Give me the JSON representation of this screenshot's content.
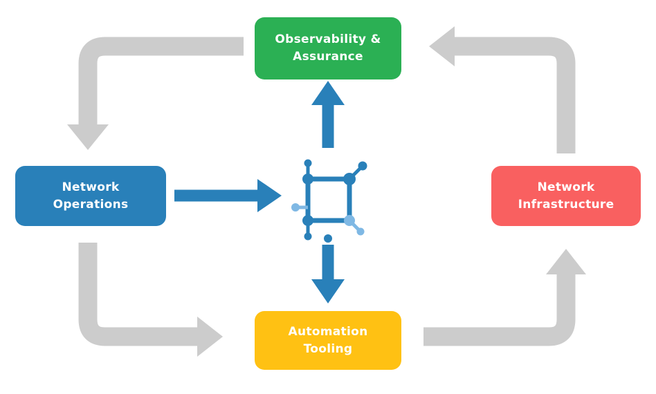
{
  "diagram": {
    "nodes": {
      "observability": {
        "label": "Observability &\nAssurance",
        "color": "#2BB054"
      },
      "operations": {
        "label": "Network\nOperations",
        "color": "#2980B9"
      },
      "infrastructure": {
        "label": "Network\nInfrastructure",
        "color": "#F96060"
      },
      "automation": {
        "label": "Automation\nTooling",
        "color": "#FFC113"
      }
    },
    "center_icon": "network-automation-icon",
    "colors": {
      "arrow_gray": "#CCCCCC",
      "arrow_blue": "#2980B9",
      "icon_dark_blue": "#2980B9",
      "icon_light_blue": "#7FB8E4"
    }
  }
}
